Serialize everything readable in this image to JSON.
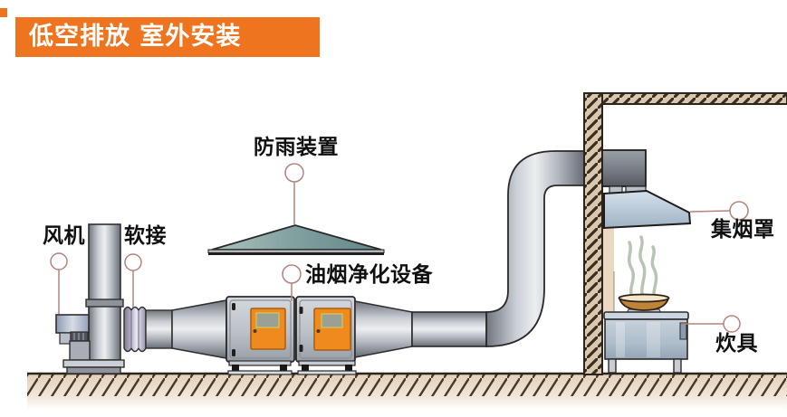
{
  "banner": {
    "title": "低空排放 室外安装"
  },
  "labels": {
    "fan": "风机",
    "soft_connector": "软接",
    "rain_shield": "防雨装置",
    "purifier": "油烟净化设备",
    "smoke_hood": "集烟罩",
    "cooker": "炊具"
  },
  "colors": {
    "banner_orange": "#ee7420",
    "purifier_door_orange": "#ef8a1f",
    "duct_gray": "#aab0b8",
    "rain_shield_teal": "#84a2a1",
    "wall_tan": "#dac8ae",
    "hood_blue": "#bccbdb",
    "stove_blue": "#aebdcb",
    "callout_line": "#b5837a",
    "steam_green": "#b7c4b2"
  }
}
